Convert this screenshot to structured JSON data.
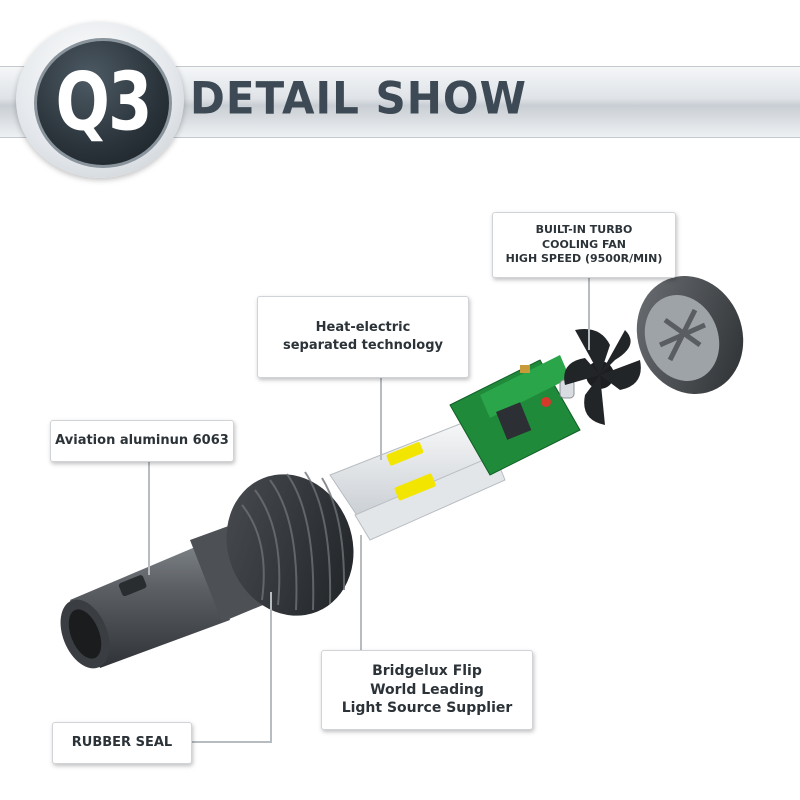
{
  "header": {
    "badge": "Q3",
    "title": "DETAIL SHOW"
  },
  "callouts": {
    "fan": [
      "BUILT-IN TURBO",
      "COOLING FAN",
      "HIGH SPEED (9500R/MIN)"
    ],
    "heat": [
      "Heat-electric",
      "separated technology"
    ],
    "aluminum": "Aviation aluminun 6063",
    "bridgelux": [
      "Bridgelux Flip",
      "World Leading",
      "Light Source Supplier"
    ],
    "seal": "RUBBER SEAL"
  },
  "colors": {
    "banner_text": "#3d4a55",
    "pcb_green": "#1f8a3a",
    "led_yellow": "#f2e600",
    "body_gray": "#55595d"
  }
}
